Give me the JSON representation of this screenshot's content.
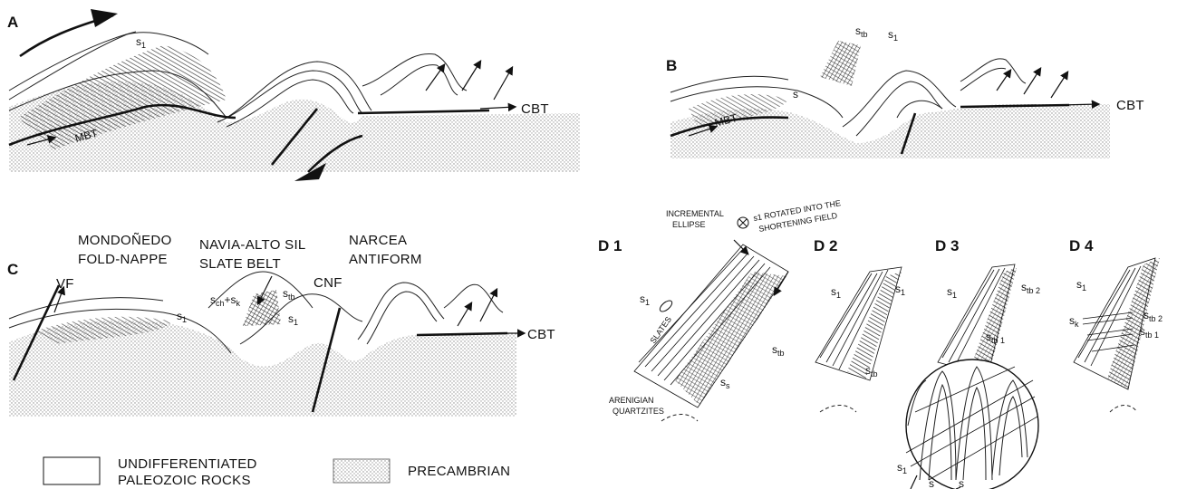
{
  "panels": {
    "A": {
      "letter": "A",
      "s1": "s",
      "s1_sub": "1",
      "mbt": "MBT",
      "cbt": "CBT"
    },
    "B": {
      "letter": "B",
      "s": "s",
      "stb": "s",
      "stb_sub": "tb",
      "s1": "s",
      "s1_sub": "1",
      "mbt": "MBT",
      "cbt": "CBT"
    },
    "C": {
      "letter": "C",
      "mondonedo_1": "MONDOÑEDO",
      "mondonedo_2": "FOLD-NAPPE",
      "navia_1": "NAVIA-ALTO SIL",
      "navia_2": "SLATE BELT",
      "narcea_1": "NARCEA",
      "narcea_2": "ANTIFORM",
      "vf": "VF",
      "cnf": "CNF",
      "cbt": "CBT",
      "s1": "s",
      "s1_sub": "1",
      "sch": "s",
      "sch_sub": "ch",
      "plus": "+s",
      "sk_sub": "k",
      "stb": "s",
      "stb_sub": "tb",
      "s1b": "s",
      "s1b_sub": "1"
    },
    "D1": {
      "letter": "D 1",
      "incremental": "INCREMENTAL",
      "ellipse": "ELLIPSE",
      "rotated_1": "s1 ROTATED INTO THE",
      "rotated_2": "SHORTENING FIELD",
      "slates": "SLATES",
      "arenigian": "ARENIGIAN",
      "quartzites": "QUARTZITES",
      "s1": "s",
      "s1_sub": "1",
      "stb": "s",
      "stb_sub": "tb",
      "ss": "s",
      "ss_sub": "s"
    },
    "D2": {
      "letter": "D 2",
      "s1a": "s",
      "s1a_sub": "1",
      "s1b": "s",
      "s1b_sub": "1",
      "stb": "s",
      "stb_sub": "tb"
    },
    "D3": {
      "letter": "D 3",
      "s1": "s",
      "s1_sub": "1",
      "stb2": "s",
      "stb2_sub": "tb 2",
      "stb1": "s",
      "stb1_sub": "tb 1",
      "s1z": "s",
      "s1z_sub": "1",
      "sz2": "s",
      "sz3": "s"
    },
    "D4": {
      "letter": "D 4",
      "s1": "s",
      "s1_sub": "1",
      "sk": "s",
      "sk_sub": "k",
      "stb2": "s",
      "stb2_sub": "tb 2",
      "stb1": "s",
      "stb1_sub": "tb 1"
    }
  },
  "legend": {
    "paleozoic_1": "UNDIFFERENTIATED",
    "paleozoic_2": "PALEOZOIC ROCKS",
    "precambrian": "PRECAMBRIAN"
  }
}
